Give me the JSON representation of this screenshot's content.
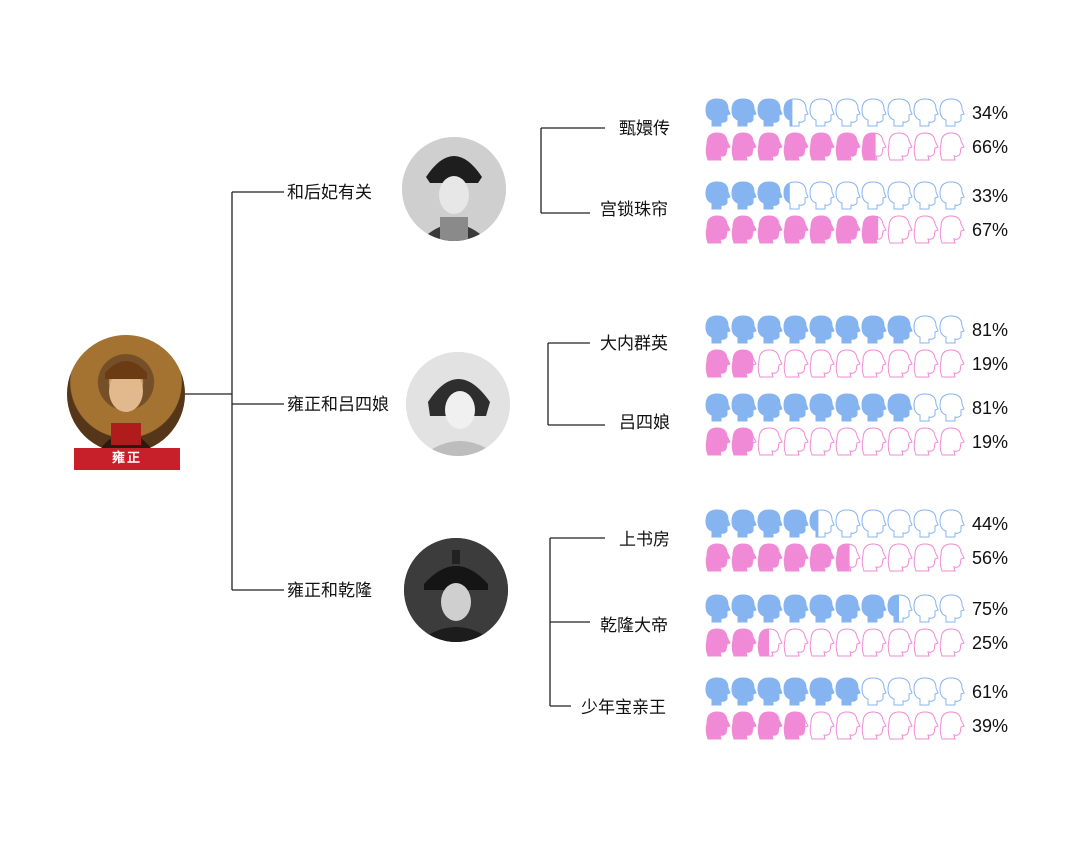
{
  "colors": {
    "male": "#86b4f0",
    "female": "#f08ad6",
    "line": "#222222"
  },
  "icons": {
    "male": "male-head-icon",
    "female": "female-head-icon"
  },
  "root": {
    "name": "yongzheng-portrait",
    "banner": "雍正"
  },
  "topics": [
    {
      "label": "和后妃有关",
      "portrait": "concubine-portrait",
      "shows": [
        {
          "title": "甄嬛传",
          "male_pct": 34,
          "female_pct": 66,
          "male_text": "34%",
          "female_text": "66%"
        },
        {
          "title": "宫锁珠帘",
          "male_pct": 33,
          "female_pct": 67,
          "male_text": "33%",
          "female_text": "67%"
        }
      ]
    },
    {
      "label": "雍正和吕四娘",
      "portrait": "lu-siniang-portrait",
      "shows": [
        {
          "title": "大内群英",
          "male_pct": 81,
          "female_pct": 19,
          "male_text": "81%",
          "female_text": "19%"
        },
        {
          "title": "吕四娘",
          "male_pct": 81,
          "female_pct": 19,
          "male_text": "81%",
          "female_text": "19%"
        }
      ]
    },
    {
      "label": "雍正和乾隆",
      "portrait": "qianlong-portrait",
      "shows": [
        {
          "title": "上书房",
          "male_pct": 44,
          "female_pct": 56,
          "male_text": "44%",
          "female_text": "56%"
        },
        {
          "title": "乾隆大帝",
          "male_pct": 75,
          "female_pct": 25,
          "male_text": "75%",
          "female_text": "25%"
        },
        {
          "title": "少年宝亲王",
          "male_pct": 61,
          "female_pct": 39,
          "male_text": "61%",
          "female_text": "39%"
        }
      ]
    }
  ]
}
